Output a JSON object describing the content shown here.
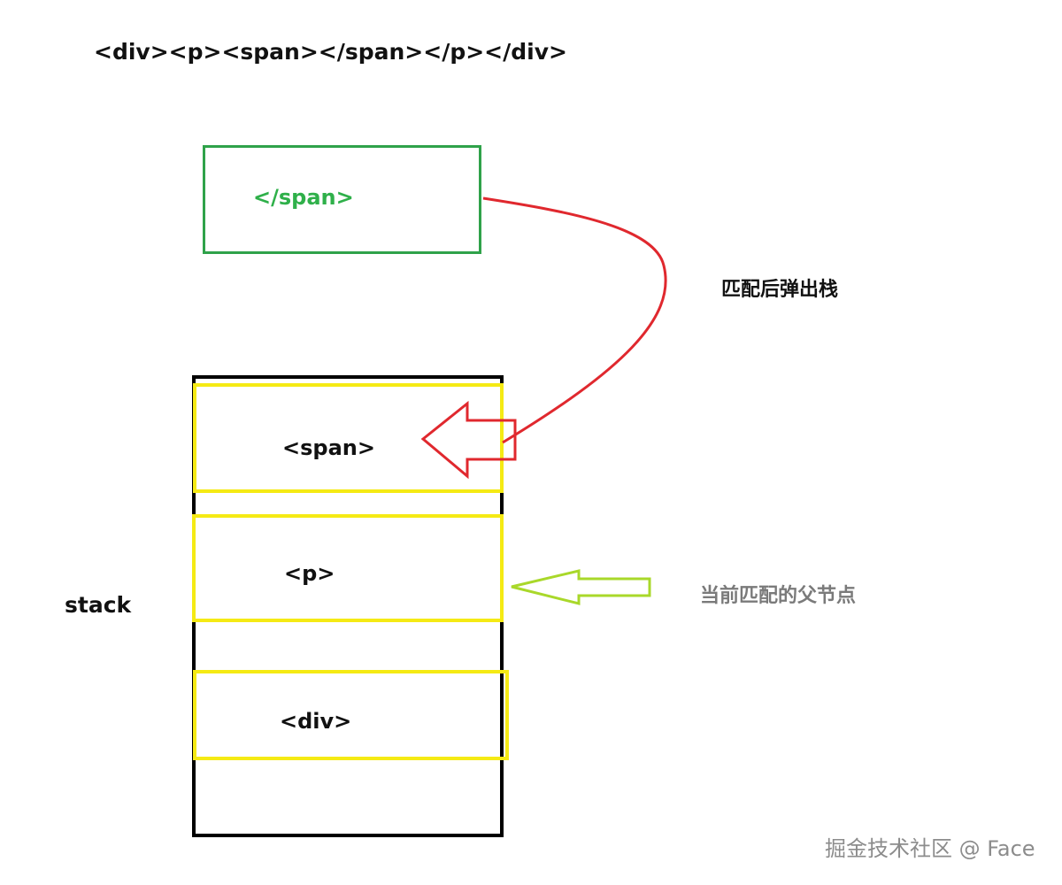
{
  "header_markup": "<div><p><span></span></p></div>",
  "current_tag": "</span>",
  "pop_label": "匹配后弹出栈",
  "stack_label": "stack",
  "stack_items": [
    "<span>",
    "<p>",
    "<div>"
  ],
  "parent_label": "当前匹配的父节点",
  "watermark": "掘金技术社区 @ Face",
  "colors": {
    "current_tag": "#2fb04a",
    "stack_item_border": "#f5ea14",
    "pop_arrow": "#e0282e",
    "parent_arrow": "#a9d82a",
    "parent_label": "#7a7a7a",
    "watermark": "#8c8c8c"
  }
}
